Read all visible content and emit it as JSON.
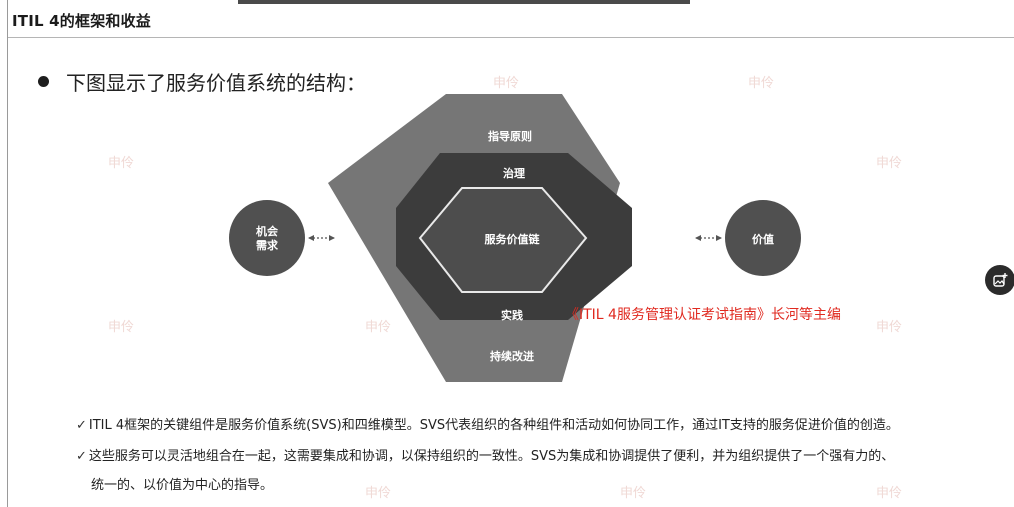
{
  "slide": {
    "title": "ITIL 4的框架和收益",
    "bullet": "下图显示了服务价值系统的结构：",
    "annotation": "《ITIL 4服务管理认证考试指南》长河等主编",
    "checks": [
      "ITIL 4框架的关键组件是服务价值系统(SVS)和四维模型。SVS代表组织的各种组件和活动如何协同工作，通过IT支持的服务促进价值的创造。",
      "这些服务可以灵活地组合在一起，这需要集成和协调，以保持组织的一致性。SVS为集成和协调提供了便利，并为组织提供了一个强有力的、",
      "统一的、以价值为中心的指导。"
    ]
  },
  "diagram": {
    "guiding_principles": "指导原则",
    "governance": "治理",
    "value_chain": "服务价值链",
    "practices": "实践",
    "improvement": "持续改进",
    "input_line1": "机会",
    "input_line2": "需求",
    "output": "价值",
    "colors": {
      "outer": "#767676",
      "middle": "#3c3c3c",
      "inner": "#4d4d4d",
      "circle": "#505050"
    }
  },
  "watermark": "申伶",
  "side_button_icon": "add-image-icon"
}
